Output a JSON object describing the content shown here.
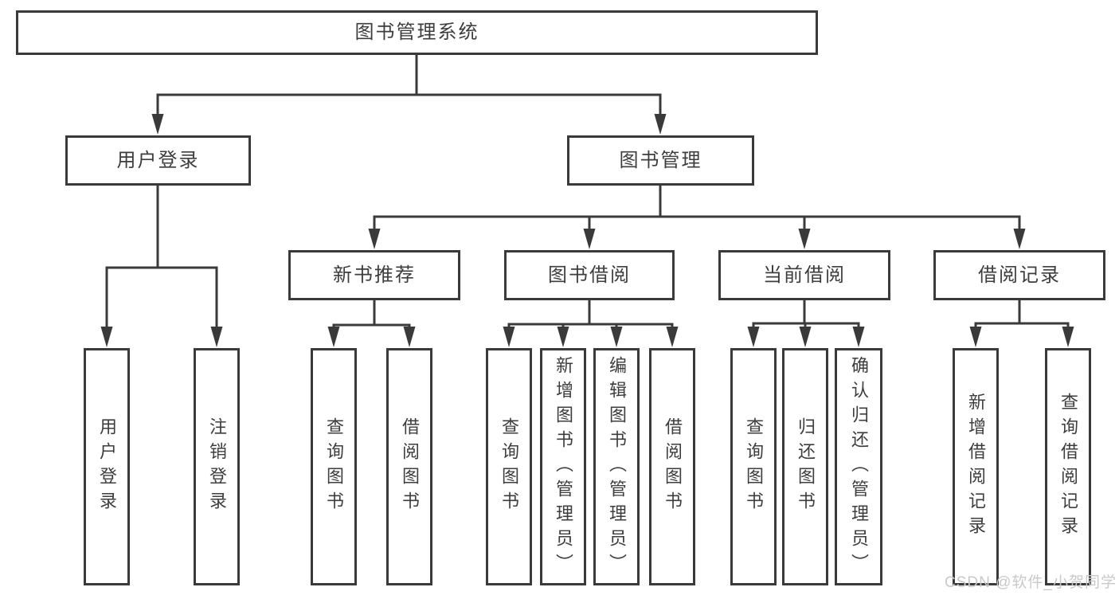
{
  "diagram_title": "图书管理系统",
  "tree": {
    "root": {
      "label": "图书管理系统"
    },
    "branches": [
      {
        "label": "用户登录",
        "children": [
          {
            "label": "用户登录"
          },
          {
            "label": "注销登录"
          }
        ]
      },
      {
        "label": "图书管理",
        "groups": [
          {
            "label": "新书推荐",
            "children": [
              {
                "label": "查询图书"
              },
              {
                "label": "借阅图书"
              }
            ]
          },
          {
            "label": "图书借阅",
            "children": [
              {
                "label": "查询图书"
              },
              {
                "label": "新增图书（管理员）"
              },
              {
                "label": "编辑图书（管理员）"
              },
              {
                "label": "借阅图书"
              }
            ]
          },
          {
            "label": "当前借阅",
            "children": [
              {
                "label": "查询图书"
              },
              {
                "label": "归还图书"
              },
              {
                "label": "确认归还（管理员）"
              }
            ]
          },
          {
            "label": "借阅记录",
            "children": [
              {
                "label": "新增借阅记录"
              },
              {
                "label": "查询借阅记录"
              }
            ]
          }
        ]
      }
    ]
  },
  "watermark": {
    "text": "CSDN @软件_小贺同学"
  },
  "colors": {
    "line": "#3a3a3a",
    "box_border": "#3a3a3a",
    "box_fill": "#ffffff",
    "text": "#3d3d3d",
    "watermark": "#c9c9c9"
  }
}
